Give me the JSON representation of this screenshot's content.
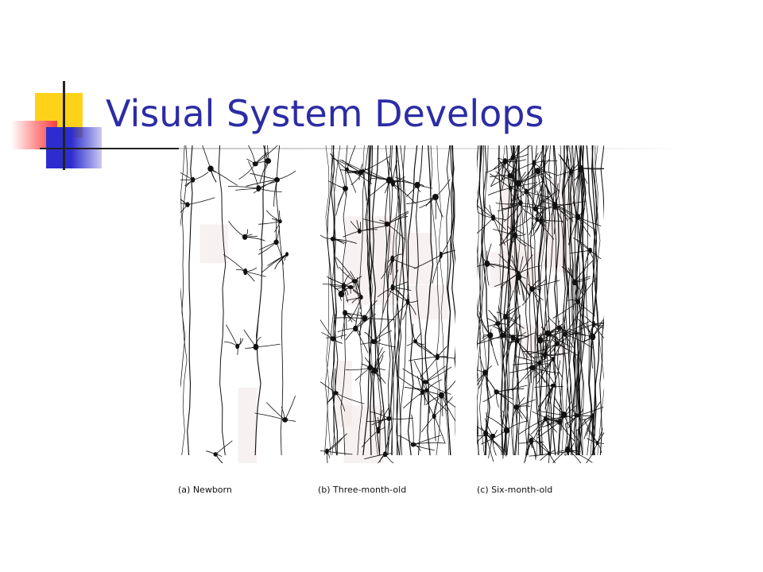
{
  "slide": {
    "title": "Visual System Develops"
  },
  "figure": {
    "panels": [
      {
        "caption": "(a)  Newborn"
      },
      {
        "caption": "(b)  Three-month-old"
      },
      {
        "caption": "(c)  Six-month-old"
      }
    ]
  }
}
